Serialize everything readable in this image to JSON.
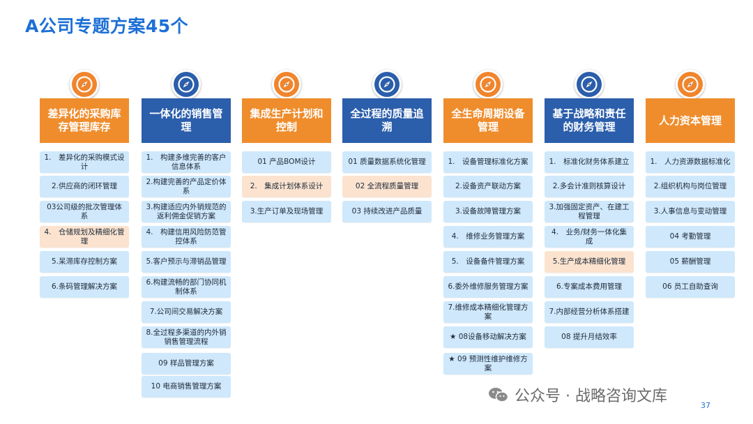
{
  "title": "A公司专题方案45个",
  "columns": [
    {
      "heading": "差异化的采购库存管理库存",
      "color": "orange",
      "items": [
        {
          "text": "1.　差异化的采购模式设计",
          "hl": false
        },
        {
          "text": "2.供应商的闭环管理",
          "hl": false
        },
        {
          "text": "03公司级的批次管理体系",
          "hl": false
        },
        {
          "text": "4.　仓储规划及精细化管理",
          "hl": true
        },
        {
          "text": "5.呆滞库存控制方案",
          "hl": false
        },
        {
          "text": "6.条码管理解决方案",
          "hl": false
        }
      ]
    },
    {
      "heading": "一体化的销售管理",
      "color": "navy",
      "items": [
        {
          "text": "1.　构建多维完善的客户信息体系",
          "hl": false
        },
        {
          "text": "2.构建完善的产品定价体系",
          "hl": false
        },
        {
          "text": "3.构建适应内外销规范的返利佣金促销方案",
          "hl": false
        },
        {
          "text": "4.　构建信用风险防范管控体系",
          "hl": false
        },
        {
          "text": "5.客户预示与滞销品管理",
          "hl": false
        },
        {
          "text": "6.构建流畅的部门协同机制体系",
          "hl": false
        },
        {
          "text": "7.公司间交易解决方案",
          "hl": false
        },
        {
          "text": "8.全过程多渠道的内外销销售管理流程",
          "hl": false
        },
        {
          "text": "09 样品管理方案",
          "hl": false
        },
        {
          "text": "10 电商销售管理方案",
          "hl": false
        }
      ]
    },
    {
      "heading": "集成生产计划和控制",
      "color": "orange",
      "items": [
        {
          "text": "01 产品BOM设计",
          "hl": false
        },
        {
          "text": "2.　集成计划体系设计",
          "hl": true
        },
        {
          "text": "3.生产订单及现场管理",
          "hl": false
        }
      ]
    },
    {
      "heading": "全过程的质量追溯",
      "color": "navy",
      "items": [
        {
          "text": "01 质量数据系统化管理",
          "hl": false
        },
        {
          "text": "02 全流程质量管理",
          "hl": true
        },
        {
          "text": "03 持续改进产品质量",
          "hl": false
        }
      ]
    },
    {
      "heading": "全生命周期设备管理",
      "color": "orange",
      "items": [
        {
          "text": "1.　设备管理标准化方案",
          "hl": false
        },
        {
          "text": "2.设备资产联动方案",
          "hl": false
        },
        {
          "text": "3.设备故障管理方案",
          "hl": false
        },
        {
          "text": "4.　维修业务管理方案",
          "hl": false
        },
        {
          "text": "5.　设备备件管理方案",
          "hl": false
        },
        {
          "text": "6.委外维修服务管理方案",
          "hl": false
        },
        {
          "text": "7.维修成本精细化管理方案",
          "hl": false
        },
        {
          "text": "★ 08设备移动解决方案",
          "hl": false
        },
        {
          "text": "★ 09 预测性维护维修方案",
          "hl": false
        }
      ]
    },
    {
      "heading": "基于战略和责任的财务管理",
      "color": "navy",
      "items": [
        {
          "text": "1.　标准化财务体系建立",
          "hl": false
        },
        {
          "text": "2.多会计准则核算设计",
          "hl": false
        },
        {
          "text": "3.加强固定资产、在建工程管理",
          "hl": false
        },
        {
          "text": "4.　业务/财务一体化集成",
          "hl": false
        },
        {
          "text": "5.生产成本精细化管理",
          "hl": true
        },
        {
          "text": "6.专案成本费用管理",
          "hl": false
        },
        {
          "text": "7.内部经营分析体系搭建",
          "hl": false
        },
        {
          "text": "08 提升月结效率",
          "hl": false
        }
      ]
    },
    {
      "heading": "人力资本管理",
      "color": "orange",
      "items": [
        {
          "text": "1.　人力资源数据标准化",
          "hl": false
        },
        {
          "text": "2.组织机构与岗位管理",
          "hl": false
        },
        {
          "text": "3.人事信息与变动管理",
          "hl": false
        },
        {
          "text": "04 考勤管理",
          "hl": false
        },
        {
          "text": "05 薪酬管理",
          "hl": false
        },
        {
          "text": "06 员工自助查询",
          "hl": false
        }
      ]
    }
  ],
  "icon_name": "compass-icon",
  "watermark": "公众号 · 战略咨询文库",
  "page_number": "37",
  "colors": {
    "title": "#1c6fd6",
    "orange": "#ef8d2d",
    "navy": "#2b5eab",
    "item_blue": "#cfe8fb",
    "item_highlight": "#fbe3cf"
  }
}
